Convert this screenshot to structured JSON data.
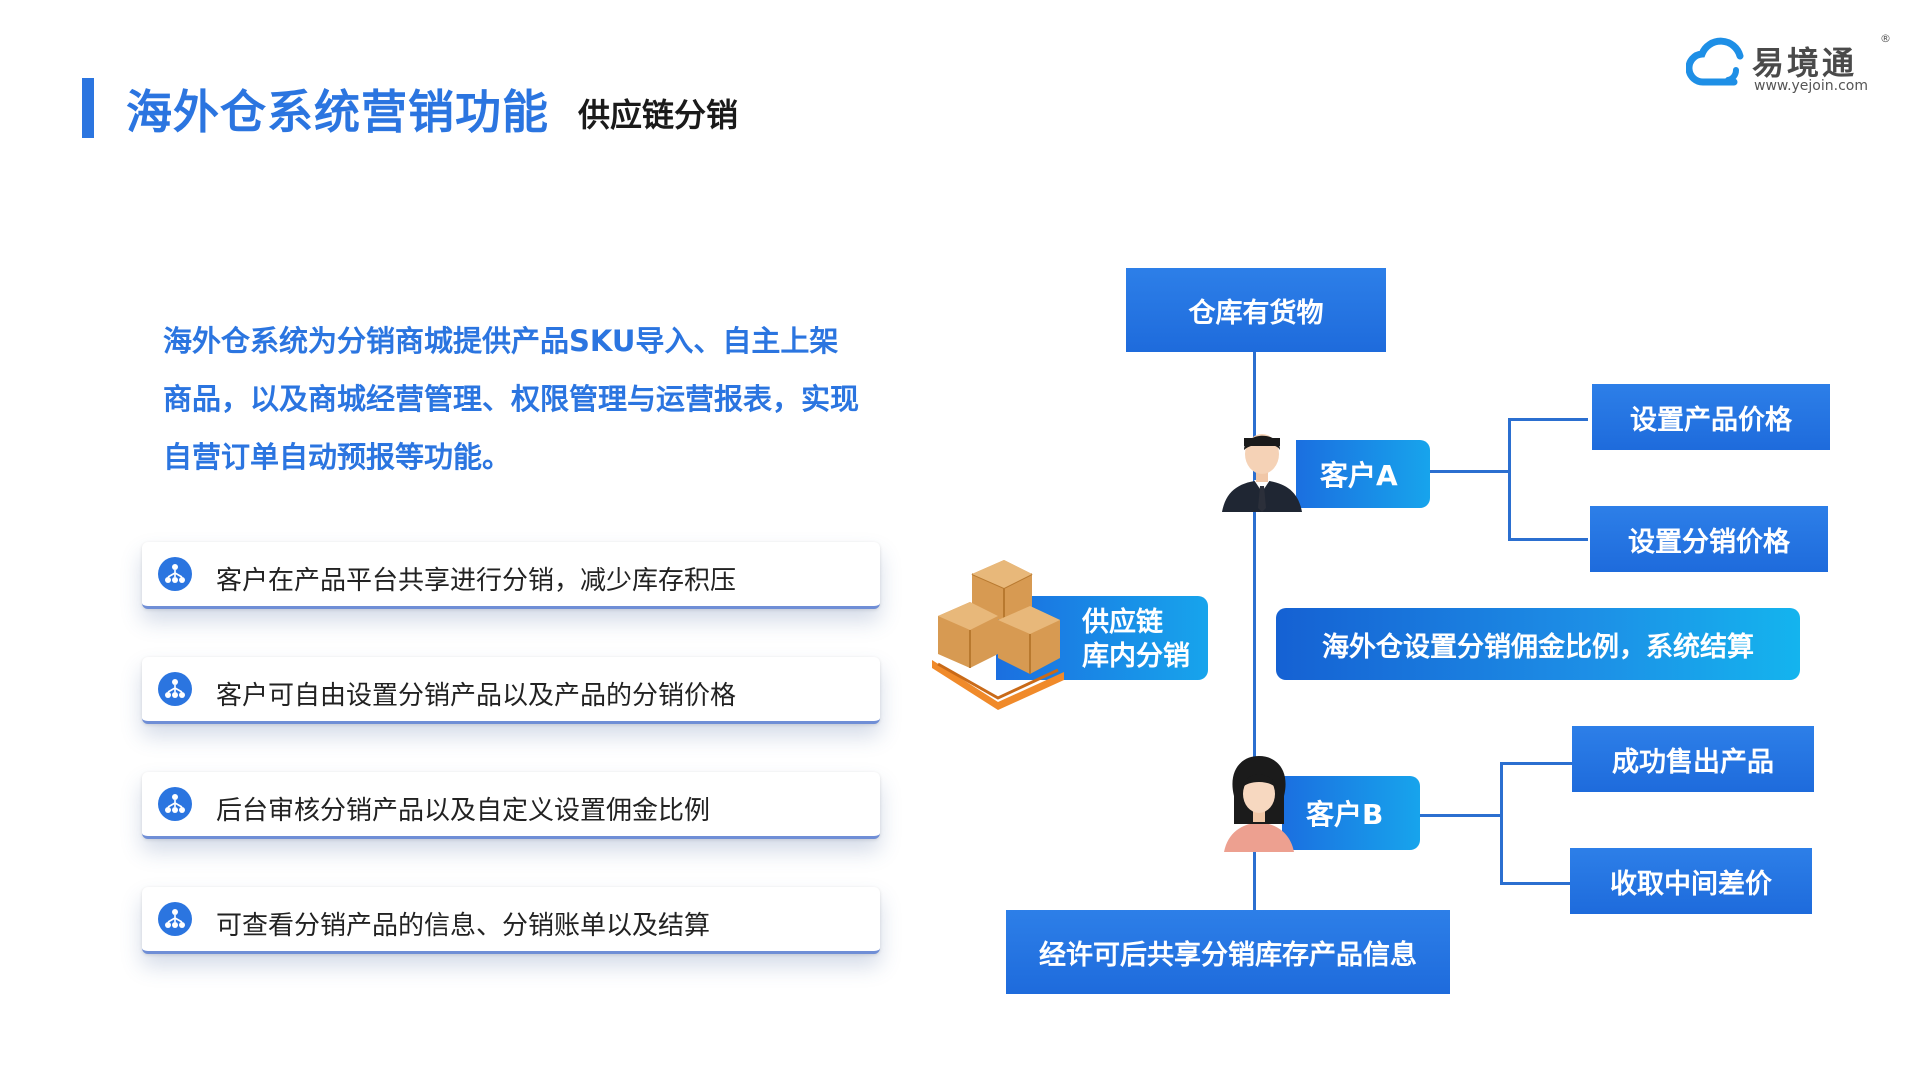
{
  "header": {
    "title": "海外仓系统营销功能",
    "subtitle": "供应链分销"
  },
  "logo": {
    "name": "易境通",
    "url": "www.yejoin.com",
    "reg": "®"
  },
  "intro": "海外仓系统为分销商城提供产品SKU导入、自主上架商品，以及商城经营管理、权限管理与运营报表，实现自营订单自动预报等功能。",
  "features": [
    "客户在产品平台共享进行分销，减少库存积压",
    "客户可自由设置分销产品以及产品的分销价格",
    "后台审核分销产品以及自定义设置佣金比例",
    "可查看分销产品的信息、分销账单以及结算"
  ],
  "diagram": {
    "top": "仓库有货物",
    "customer_a": "客户A",
    "a_branches": [
      "设置产品价格",
      "设置分销价格"
    ],
    "supply_line1": "供应链",
    "supply_line2": "库内分销",
    "commission": "海外仓设置分销佣金比例，系统结算",
    "customer_b": "客户B",
    "b_branches": [
      "成功售出产品",
      "收取中间差价"
    ],
    "bottom": "经许可后共享分销库存产品信息"
  },
  "colors": {
    "accent": "#2b75e0",
    "box": "#1e6bdc",
    "gradient_end": "#14b4ee"
  }
}
